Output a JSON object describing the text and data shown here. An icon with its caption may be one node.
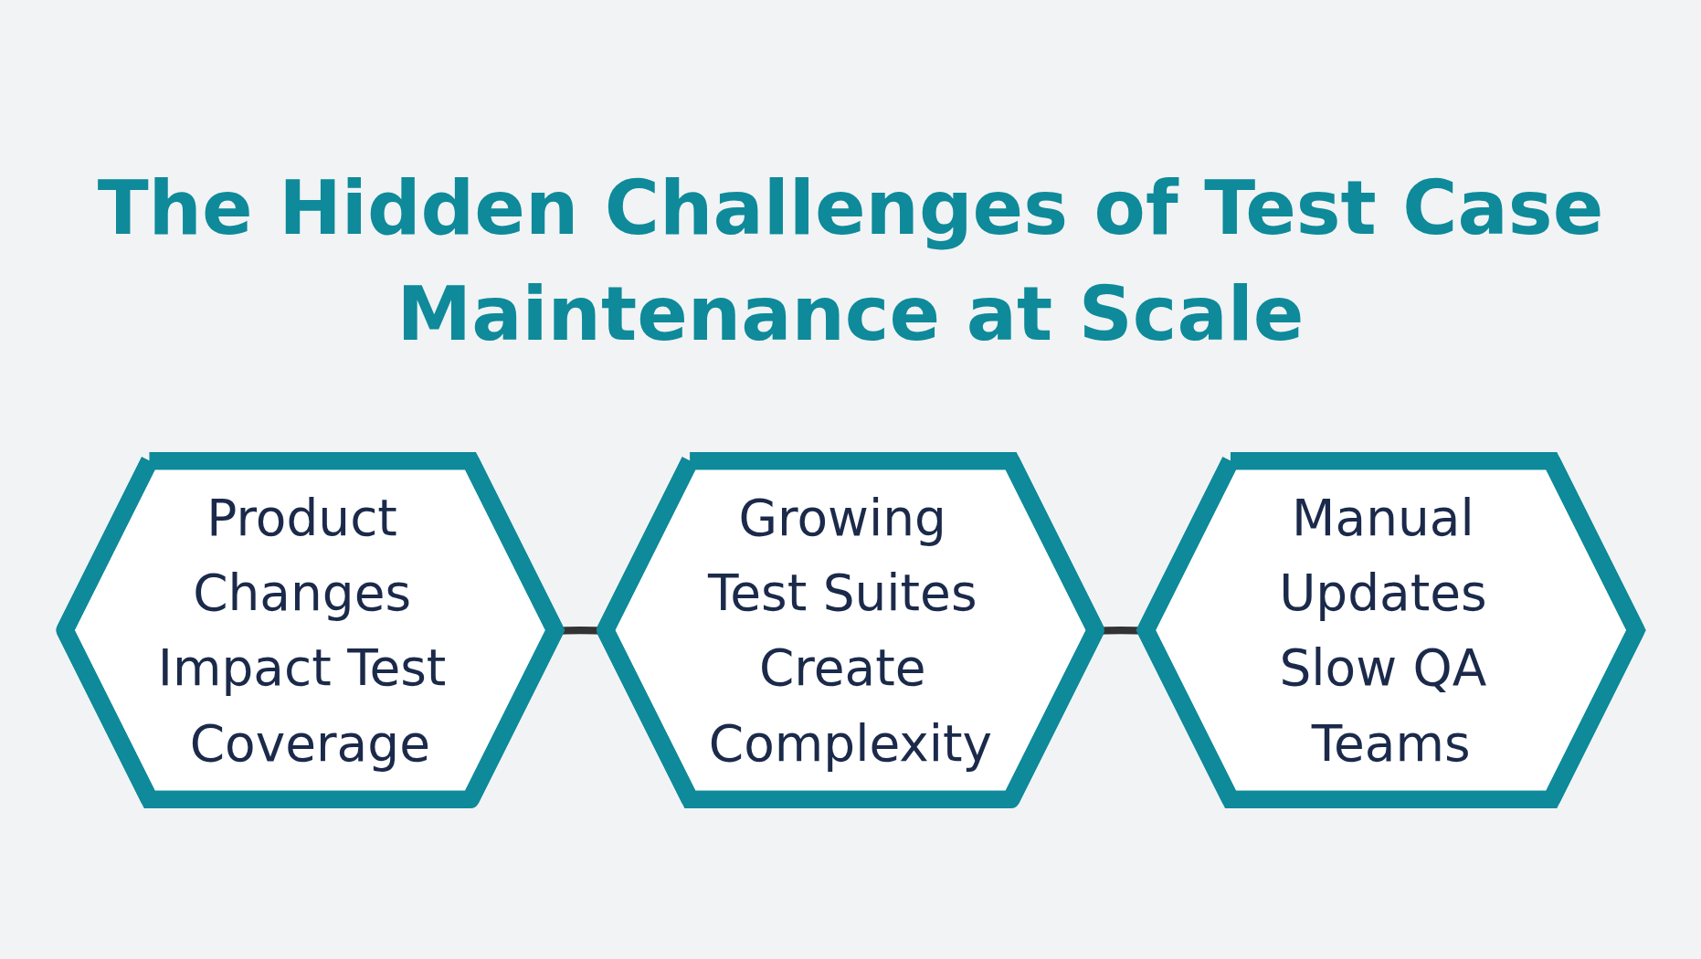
{
  "diagram": {
    "title": "The Hidden Challenges of Test Case Maintenance at Scale",
    "nodes": [
      {
        "text": [
          "Product Changes Impact Test Coverage"
        ]
      },
      {
        "text": [
          "Growing Test Suites Create Complexity"
        ]
      },
      {
        "text": [
          "Manual Updates Slow QA Teams"
        ]
      }
    ],
    "edges": [
      {
        "from": 0,
        "to": 1,
        "arrow": "none"
      },
      {
        "from": 1,
        "to": 2,
        "arrow": "none"
      }
    ]
  }
}
